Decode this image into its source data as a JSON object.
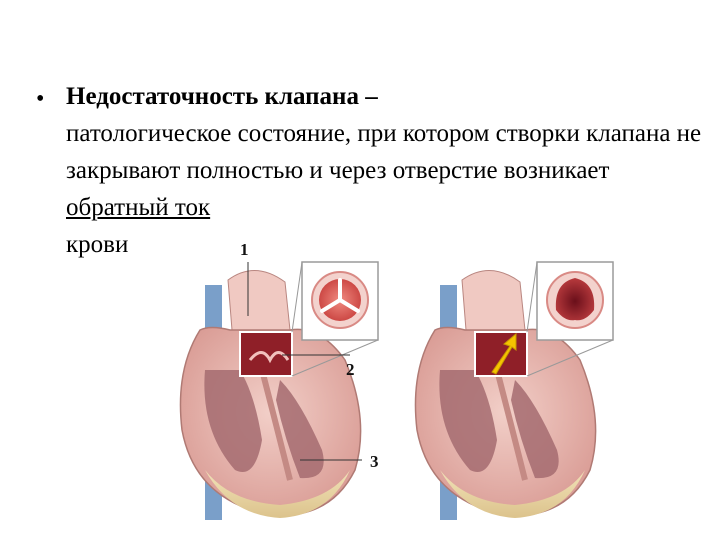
{
  "bullet": {
    "term": "Недостаточность клапана –",
    "text_before": "патологическое состояние, при котором створки клапана не закрывают полностью и через отверстие возникает",
    "underlined": "обратный ток",
    "text_after": "крови"
  },
  "callouts": {
    "one": "1",
    "two": "2",
    "three": "3"
  },
  "colors": {
    "myocardium": "#e8b7b0",
    "chamber": "#a56b70",
    "valve_fill": "#d9534f",
    "vessel": "#7a9fc9",
    "arrow": "#f5c400"
  }
}
